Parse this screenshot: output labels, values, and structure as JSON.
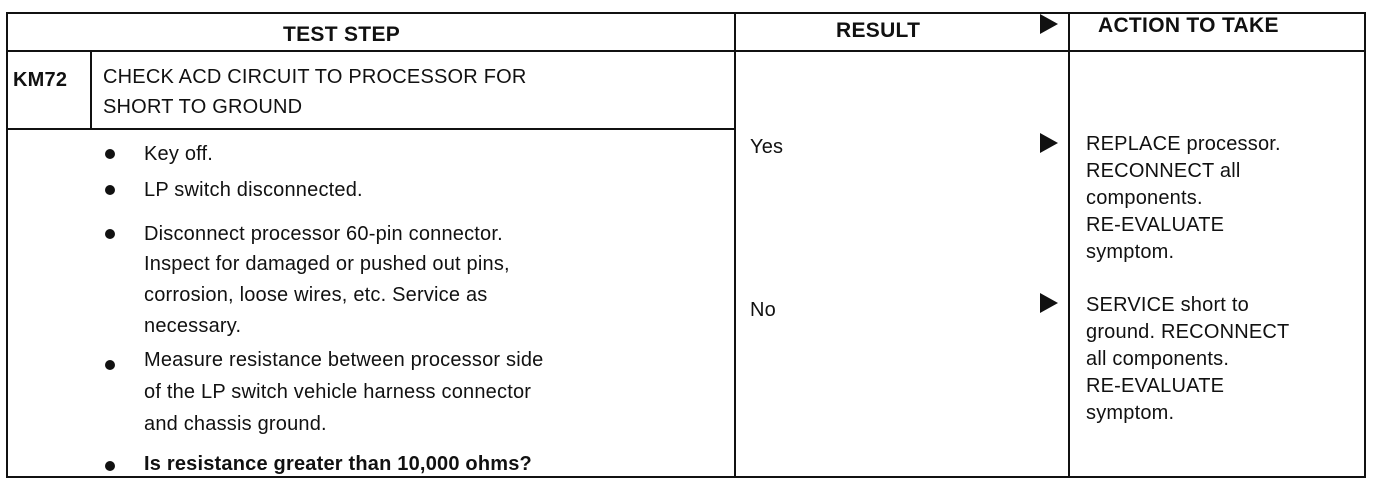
{
  "header": {
    "test_step": "TEST STEP",
    "result": "RESULT",
    "action_to_take": "ACTION TO TAKE"
  },
  "step": {
    "code": "KM72",
    "title_line1": "CHECK ACD CIRCUIT TO PROCESSOR FOR",
    "title_line2": "SHORT TO GROUND"
  },
  "instructions": {
    "i1": "Key off.",
    "i2": "LP switch disconnected.",
    "i3_l1": "Disconnect processor 60-pin connector.",
    "i3_l2": "Inspect for damaged or pushed out pins,",
    "i3_l3": "corrosion, loose wires, etc. Service as",
    "i3_l4": "necessary.",
    "i4_l1": "Measure resistance between processor side",
    "i4_l2": "of the LP switch vehicle harness connector",
    "i4_l3": "and chassis ground.",
    "i5": "Is resistance greater than 10,000 ohms?"
  },
  "results": {
    "yes": "Yes",
    "no": "No"
  },
  "actions": {
    "yes_l1": "REPLACE processor.",
    "yes_l2": "RECONNECT all",
    "yes_l3": "components.",
    "yes_l4": "RE-EVALUATE",
    "yes_l5": "symptom.",
    "no_l1": "SERVICE short to",
    "no_l2": "ground. RECONNECT",
    "no_l3": "all components.",
    "no_l4": "RE-EVALUATE",
    "no_l5": "symptom."
  }
}
